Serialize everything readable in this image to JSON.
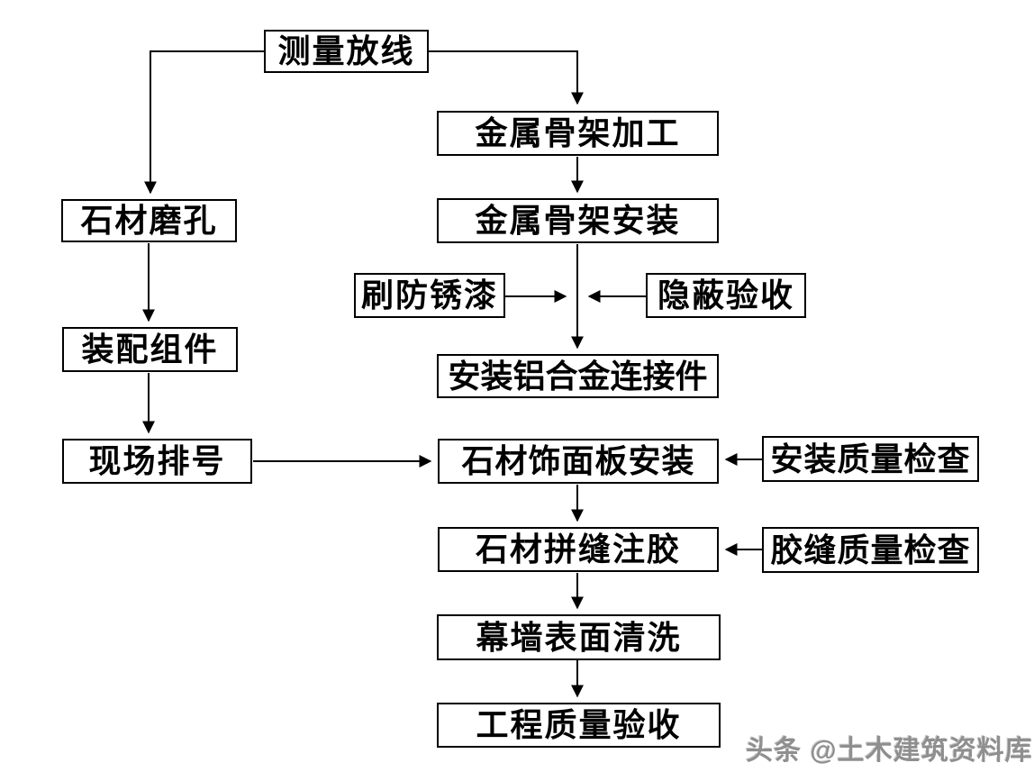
{
  "diagram": {
    "description": "Stone curtain wall construction process flowchart",
    "nodes": {
      "measure": {
        "label": "测量放线"
      },
      "frame_process": {
        "label": "金属骨架加工"
      },
      "stone_drill": {
        "label": "石材磨孔"
      },
      "frame_install": {
        "label": "金属骨架安装"
      },
      "rust_paint": {
        "label": "刷防锈漆"
      },
      "hidden_check": {
        "label": "隐蔽验收"
      },
      "assemble": {
        "label": "装配组件"
      },
      "alu_connector": {
        "label": "安装铝合金连接件"
      },
      "site_number": {
        "label": "现场排号"
      },
      "stone_panel": {
        "label": "石材饰面板安装"
      },
      "install_check": {
        "label": "安装质量检查"
      },
      "stone_caulk": {
        "label": "石材拼缝注胶"
      },
      "caulk_check": {
        "label": "胶缝质量检查"
      },
      "wall_clean": {
        "label": "幕墙表面清洗"
      },
      "final_accept": {
        "label": "工程质量验收"
      }
    },
    "edges": [
      {
        "from": "measure",
        "to": "stone_drill"
      },
      {
        "from": "measure",
        "to": "frame_process"
      },
      {
        "from": "frame_process",
        "to": "frame_install"
      },
      {
        "from": "frame_install",
        "to": "alu_connector"
      },
      {
        "from": "rust_paint",
        "to": "frame_install->alu_connector flow line"
      },
      {
        "from": "hidden_check",
        "to": "frame_install->alu_connector flow line"
      },
      {
        "from": "stone_drill",
        "to": "assemble"
      },
      {
        "from": "assemble",
        "to": "site_number"
      },
      {
        "from": "site_number",
        "to": "stone_panel"
      },
      {
        "from": "alu_connector",
        "to": "stone_panel"
      },
      {
        "from": "install_check",
        "to": "stone_panel"
      },
      {
        "from": "stone_panel",
        "to": "stone_caulk"
      },
      {
        "from": "caulk_check",
        "to": "stone_caulk"
      },
      {
        "from": "stone_caulk",
        "to": "wall_clean"
      },
      {
        "from": "wall_clean",
        "to": "final_accept"
      }
    ],
    "watermark": {
      "text": "头条 @土木建筑资料库"
    },
    "colors": {
      "background": "#ffffff",
      "box_border": "#000000",
      "line": "#000000",
      "text": "#000000",
      "watermark": "#8f8f8f"
    }
  }
}
